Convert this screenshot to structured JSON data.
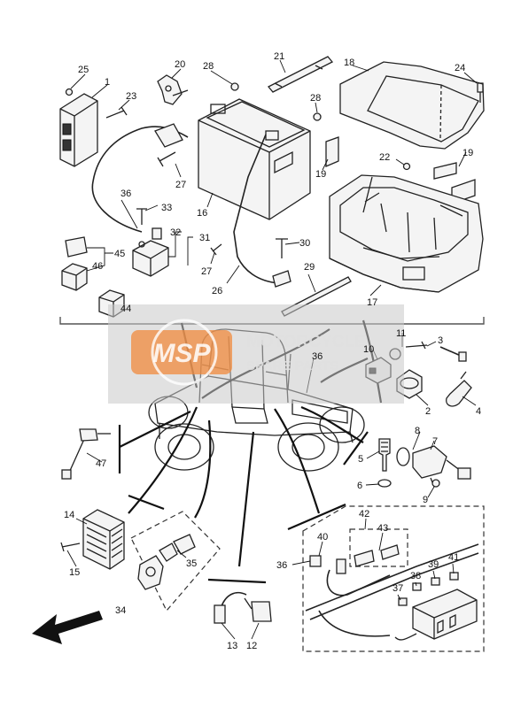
{
  "callouts": {
    "c1": "1",
    "c2": "2",
    "c3": "3",
    "c4": "4",
    "c5": "5",
    "c6": "6",
    "c7": "7",
    "c8": "8",
    "c9": "9",
    "c10": "10",
    "c11": "11",
    "c12": "12",
    "c13": "13",
    "c14": "14",
    "c15": "15",
    "c16": "16",
    "c17": "17",
    "c18": "18",
    "c19a": "19",
    "c19b": "19",
    "c20": "20",
    "c21": "21",
    "c22": "22",
    "c23": "23",
    "c24": "24",
    "c25": "25",
    "c26": "26",
    "c27a": "27",
    "c27b": "27",
    "c28a": "28",
    "c28b": "28",
    "c29": "29",
    "c30": "30",
    "c31": "31",
    "c32": "32",
    "c33": "33",
    "c34": "34",
    "c35": "35",
    "c36a": "36",
    "c36b": "36",
    "c36c": "36",
    "c37": "37",
    "c38": "38",
    "c39": "39",
    "c40": "40",
    "c41": "41",
    "c42": "42",
    "c43": "43",
    "c44": "44",
    "c45": "45",
    "c46": "46",
    "c47": "47"
  },
  "watermark": {
    "logo": "MSP",
    "line1": "MOTORCYCLE",
    "line2": "SPARE PARTS",
    "accent_color": "#f08a3c",
    "band_color": "#c9c9c9"
  },
  "icons": {
    "direction_arrow": "arrow-front-left-icon"
  }
}
